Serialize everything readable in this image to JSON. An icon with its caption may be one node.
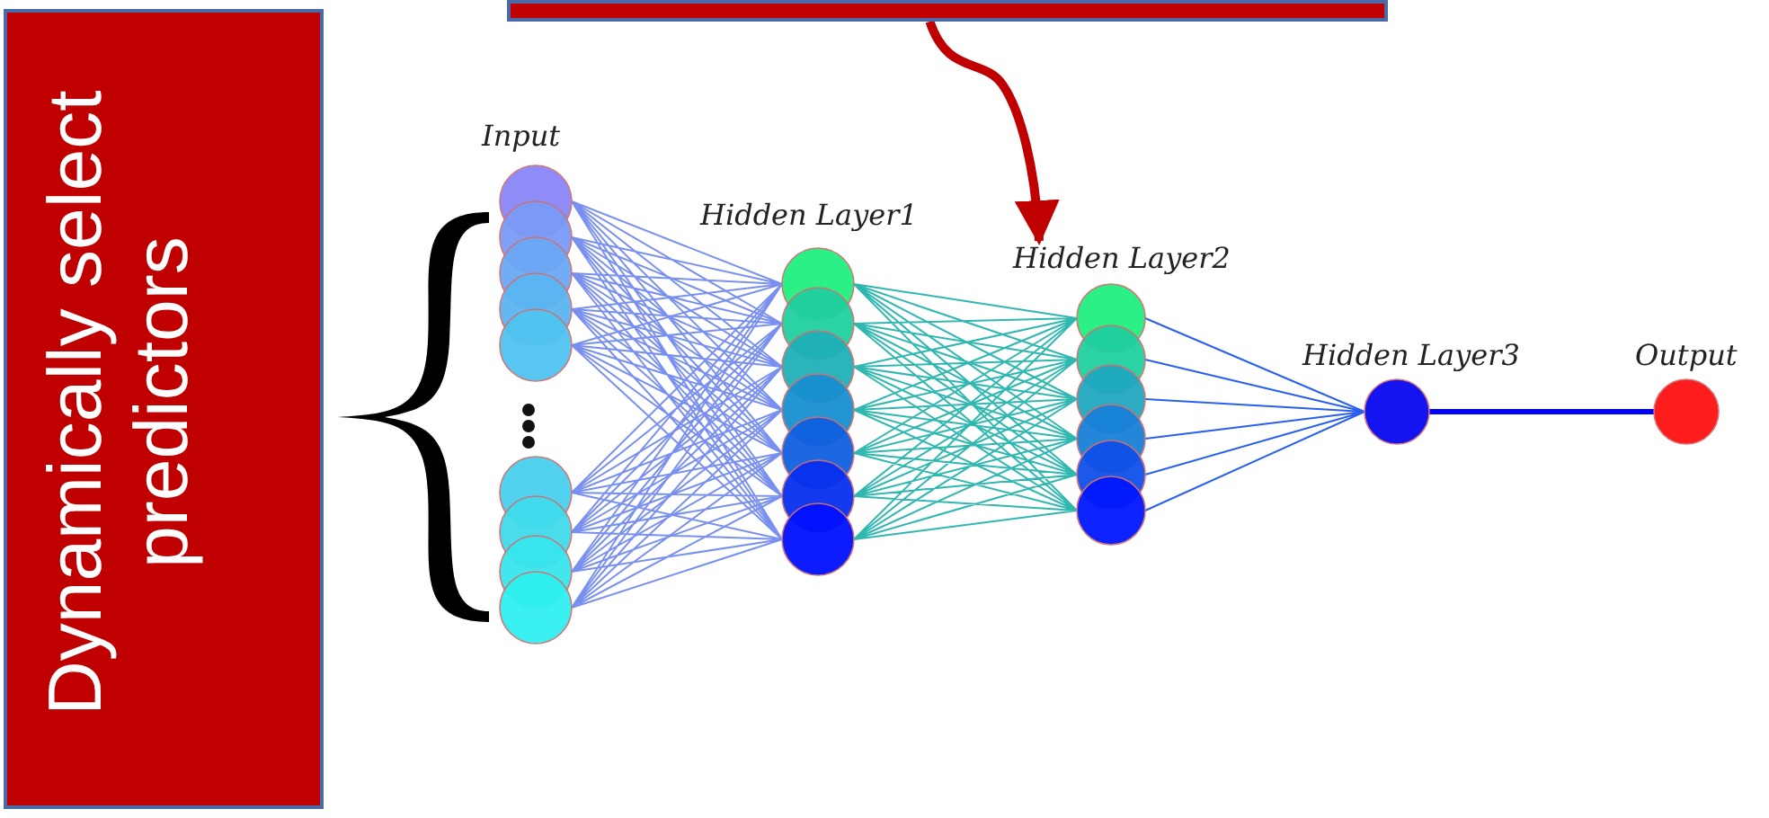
{
  "diagram": {
    "nodes": [
      {
        "text": [
          "Dynamically select predictors"
        ]
      },
      {
        "text": [],
        "shape": "box"
      },
      {
        "text": [
          "Input"
        ]
      },
      {
        "text": [
          "Hidden Layer1"
        ]
      },
      {
        "text": [
          "Hidden Layer2"
        ]
      },
      {
        "text": [
          "Hidden Layer3"
        ]
      },
      {
        "text": [
          "Output"
        ]
      },
      {
        "text": [],
        "shape": "brace"
      }
    ],
    "edges": [
      {
        "from": 1,
        "to": 4,
        "arrow": "to",
        "style": "thick",
        "color": "#c00000"
      },
      {
        "from": 2,
        "to": 3,
        "arrow": "none",
        "color": "#7a90f0"
      },
      {
        "from": 3,
        "to": 4,
        "arrow": "none",
        "color": "#30b8b0"
      },
      {
        "from": 4,
        "to": 5,
        "arrow": "none",
        "color": "#2a60f0"
      },
      {
        "from": 5,
        "to": 6,
        "arrow": "none",
        "style": "thick",
        "color": "#0000ff"
      }
    ]
  }
}
